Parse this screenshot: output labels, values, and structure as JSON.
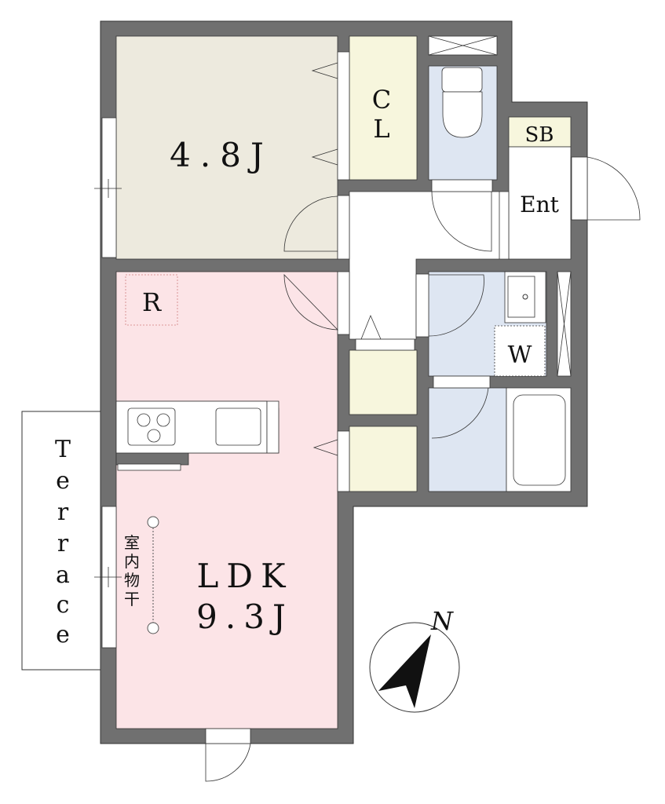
{
  "rooms": {
    "western": {
      "label": "4.8J"
    },
    "closet": {
      "label_1": "C",
      "label_2": "L"
    },
    "shoe_box": {
      "label": "SB"
    },
    "entrance": {
      "label": "Ent"
    },
    "refrigerator": {
      "label": "R"
    },
    "washer": {
      "label": "W"
    },
    "ldk": {
      "label_1": "LDK",
      "label_2": "9.3J"
    },
    "drying": {
      "chars": [
        "室",
        "内",
        "物",
        "干"
      ]
    },
    "terrace": {
      "chars": [
        "T",
        "e",
        "r",
        "r",
        "a",
        "c",
        "e"
      ]
    }
  },
  "compass": {
    "label": "N"
  },
  "colors": {
    "wall": "#707070",
    "western": "#edeade",
    "ldk": "#fce4e7",
    "storage": "#f7f6dd",
    "wet": "#dee6f2"
  }
}
